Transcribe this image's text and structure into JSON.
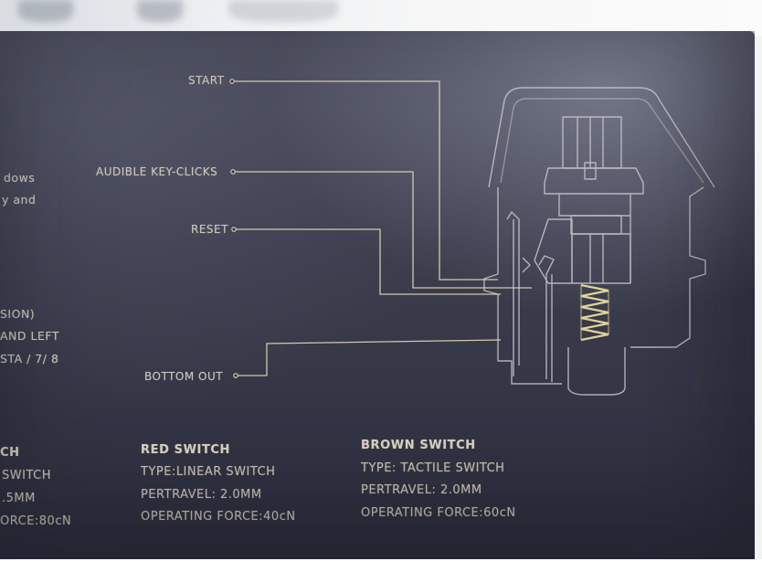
{
  "diagram_labels": {
    "start": "START",
    "audible": "AUDIBLE KEY-CLICKS",
    "reset": "RESET",
    "bottom_out": "BOTTOM OUT"
  },
  "left_fragments": [
    "dows",
    "y and",
    "SION)",
    "AND LEFT",
    "STA / 7/ 8"
  ],
  "switches": {
    "black": {
      "title": "CH",
      "lines": [
        "SWITCH",
        ".5MM",
        "ORCE:80cN"
      ]
    },
    "red": {
      "title": "RED SWITCH",
      "lines": [
        "TYPE:LINEAR SWITCH",
        "PERTRAVEL: 2.0MM",
        "OPERATING FORCE:40cN"
      ]
    },
    "brown": {
      "title": "BROWN SWITCH",
      "lines": [
        "TYPE: TACTILE SWITCH",
        "PERTRAVEL: 2.0MM",
        "OPERATING FORCE:60cN"
      ]
    }
  },
  "colors": {
    "panel": "#3b3c4c",
    "line_art": "#c9c6c8",
    "leader": "#e2d9b8",
    "spring": "#e8dc9a",
    "text": "#d8d2c4"
  }
}
